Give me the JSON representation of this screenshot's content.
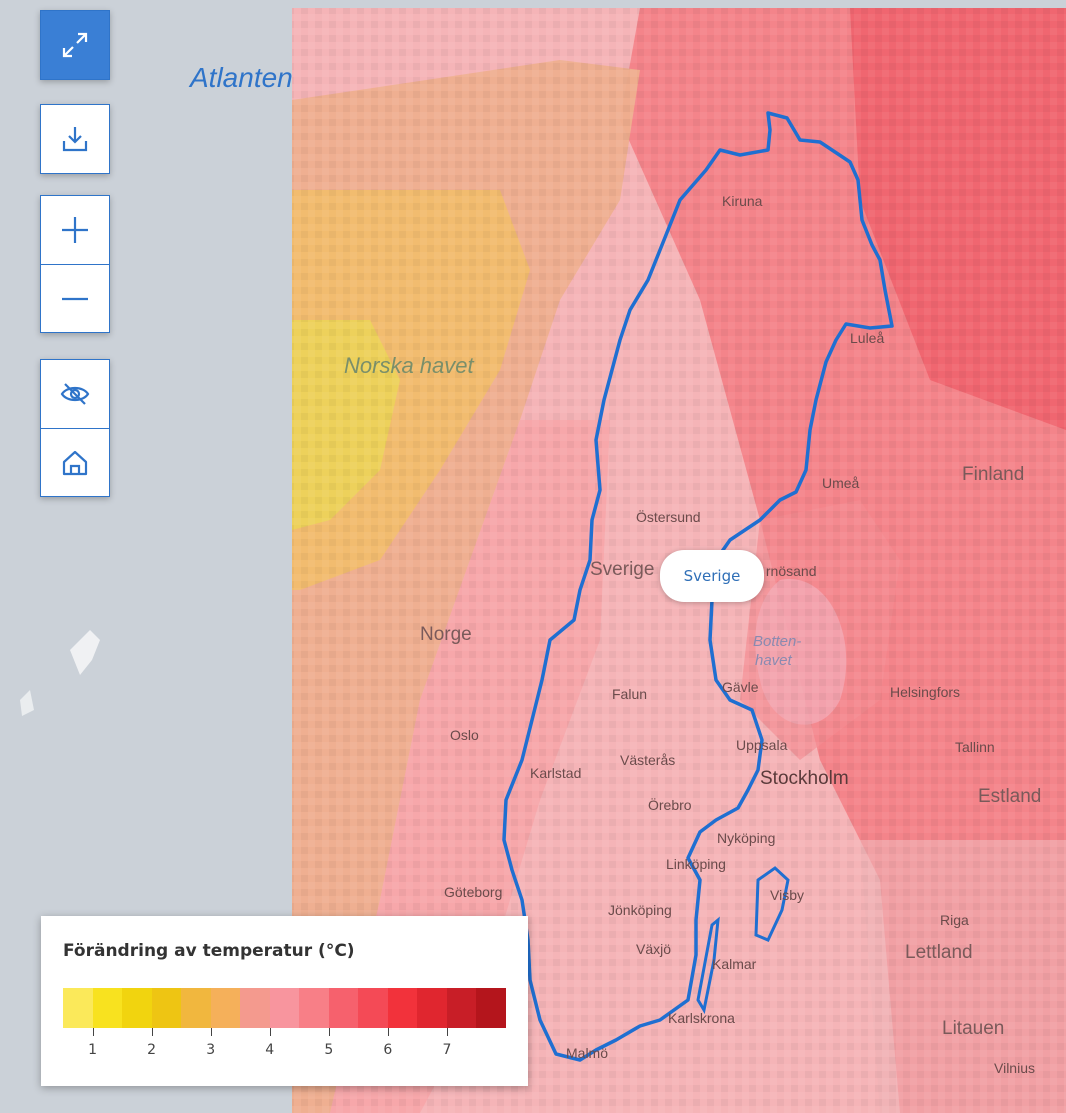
{
  "controls": {
    "fullscreen_icon": "expand-icon",
    "download_icon": "download-icon",
    "zoom_in_icon": "plus-icon",
    "zoom_out_icon": "minus-icon",
    "hide_icon": "eye-off-icon",
    "home_icon": "home-icon"
  },
  "map": {
    "seas": {
      "atlanten": "Atlanten",
      "norska_havet": "Norska havet",
      "bottenhavet_1": "Botten-",
      "bottenhavet_2": "havet"
    },
    "countries": {
      "sverige": "Sverige",
      "norge": "Norge",
      "finland": "Finland",
      "estland": "Estland",
      "lettland": "Lettland",
      "litauen": "Litauen"
    },
    "cities": {
      "kiruna": "Kiruna",
      "lulea": "Luleå",
      "umea": "Umeå",
      "ostersund": "Östersund",
      "harnosand": "Härnösand",
      "falun": "Falun",
      "gavle": "Gävle",
      "helsingfors": "Helsingfors",
      "oslo": "Oslo",
      "vasteras": "Västerås",
      "uppsala": "Uppsala",
      "stockholm": "Stockholm",
      "tallinn": "Tallinn",
      "karlstad": "Karlstad",
      "orebro": "Örebro",
      "nykoping": "Nyköping",
      "linkoping": "Linköping",
      "goteborg": "Göteborg",
      "visby": "Visby",
      "jonkoping": "Jönköping",
      "riga": "Riga",
      "vaxjo": "Växjö",
      "kalmar": "Kalmar",
      "karlskrona": "Karlskrona",
      "malmo": "Malmö",
      "vilnius": "Vilnius"
    },
    "tooltip": "Sverige"
  },
  "legend": {
    "title": "Förändring av temperatur (°C)",
    "colors": [
      "#fbe95a",
      "#f8e21f",
      "#f1d40f",
      "#eec513",
      "#f1b73e",
      "#f5b05a",
      "#f49a8e",
      "#f8959e",
      "#f87f87",
      "#f6616d",
      "#f44a56",
      "#f2323b",
      "#e0262f",
      "#c81e27",
      "#b4151c"
    ],
    "ticks": [
      "1",
      "2",
      "3",
      "4",
      "5",
      "6",
      "7"
    ]
  },
  "colors": {
    "accent": "#2f74c9",
    "border": "#1f6fd1"
  }
}
